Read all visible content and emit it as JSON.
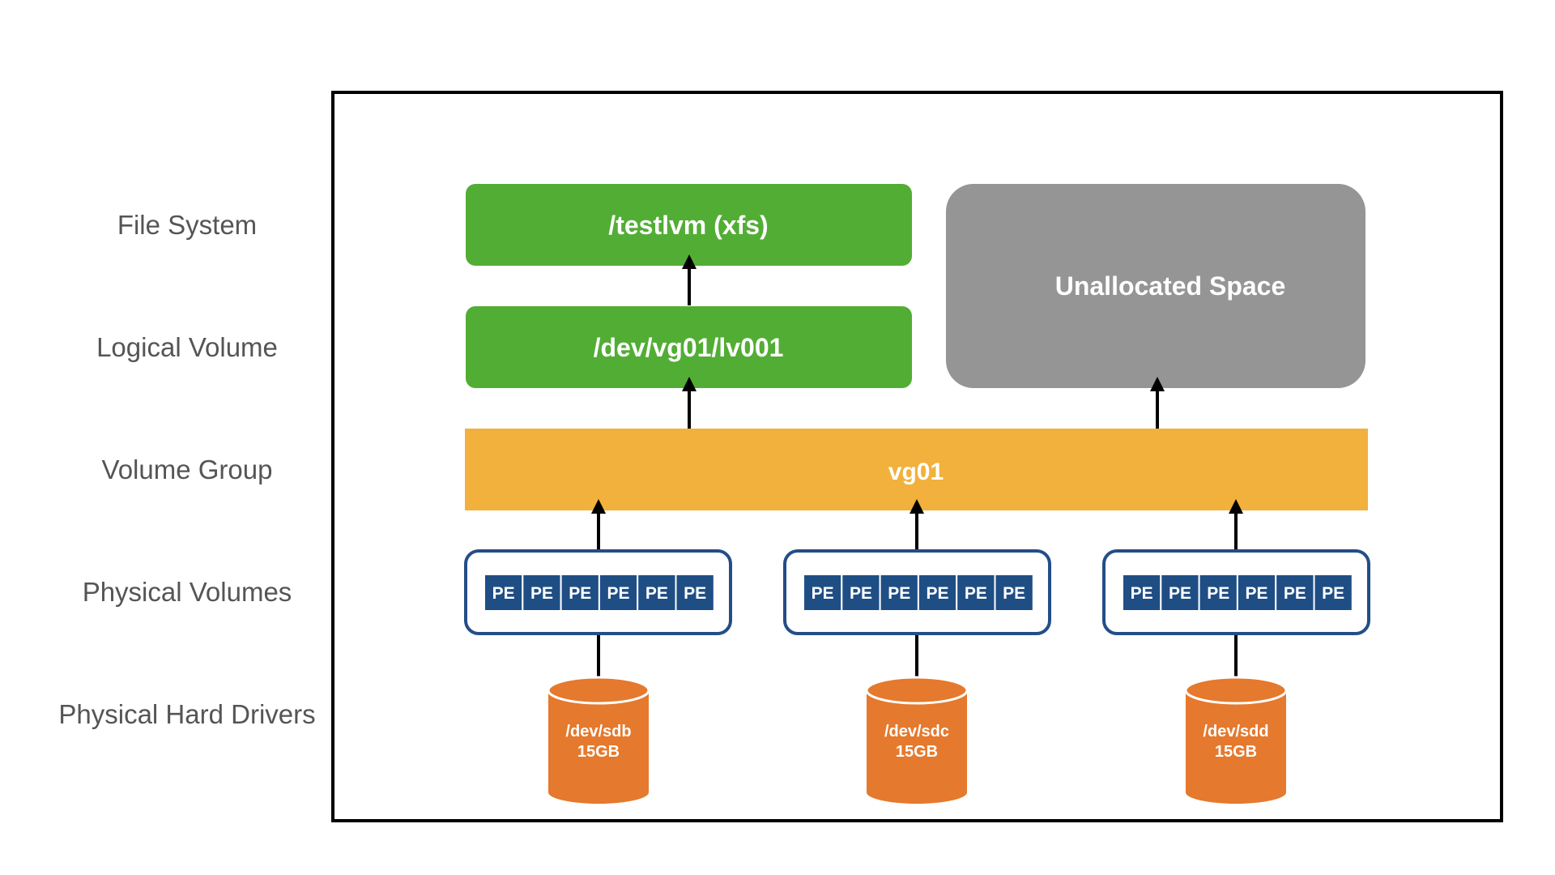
{
  "layers": {
    "file_system": "File System",
    "logical_volume": "Logical Volume",
    "volume_group": "Volume Group",
    "physical_volumes": "Physical Volumes",
    "physical_hard_drivers": "Physical Hard Drivers"
  },
  "file_system": {
    "label": "/testlvm (xfs)"
  },
  "logical_volume": {
    "label": "/dev/vg01/lv001"
  },
  "unallocated": {
    "label": "Unallocated Space"
  },
  "volume_group": {
    "label": "vg01"
  },
  "physical_volumes": [
    {
      "extents": [
        "PE",
        "PE",
        "PE",
        "PE",
        "PE",
        "PE"
      ]
    },
    {
      "extents": [
        "PE",
        "PE",
        "PE",
        "PE",
        "PE",
        "PE"
      ]
    },
    {
      "extents": [
        "PE",
        "PE",
        "PE",
        "PE",
        "PE",
        "PE"
      ]
    }
  ],
  "disks": [
    {
      "name": "/dev/sdb",
      "size": "15GB"
    },
    {
      "name": "/dev/sdc",
      "size": "15GB"
    },
    {
      "name": "/dev/sdd",
      "size": "15GB"
    }
  ],
  "colors": {
    "green": "#52ad34",
    "gray": "#959595",
    "orange_band": "#f1b13c",
    "pe_blue": "#1f4e85",
    "pv_border": "#234e87",
    "disk_orange": "#e5792d"
  }
}
